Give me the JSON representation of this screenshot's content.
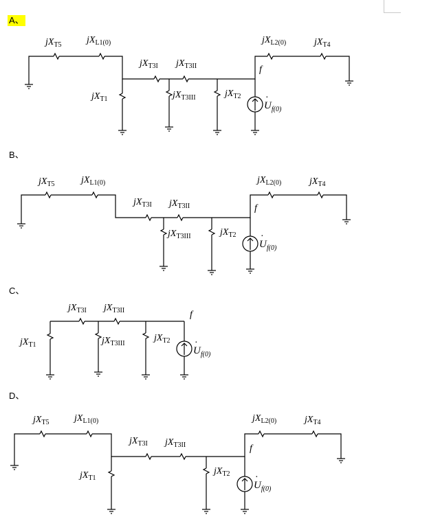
{
  "options": [
    {
      "letter": "A、",
      "highlighted": true
    },
    {
      "letter": "B、",
      "highlighted": false
    },
    {
      "letter": "C、",
      "highlighted": false
    },
    {
      "letter": "D、",
      "highlighted": false
    }
  ],
  "labels": {
    "j": "j",
    "X": "X",
    "T5": "T5",
    "L1": "L1(0)",
    "T31": "T3I",
    "T32": "T3II",
    "T33": "T3III",
    "T1": "T1",
    "T2": "T2",
    "L2": "L2(0)",
    "T4": "T4",
    "f": "f",
    "U": "U",
    "Udot": "·",
    "Usub": "f(0)"
  },
  "colors": {
    "highlight": "#ffff00"
  }
}
